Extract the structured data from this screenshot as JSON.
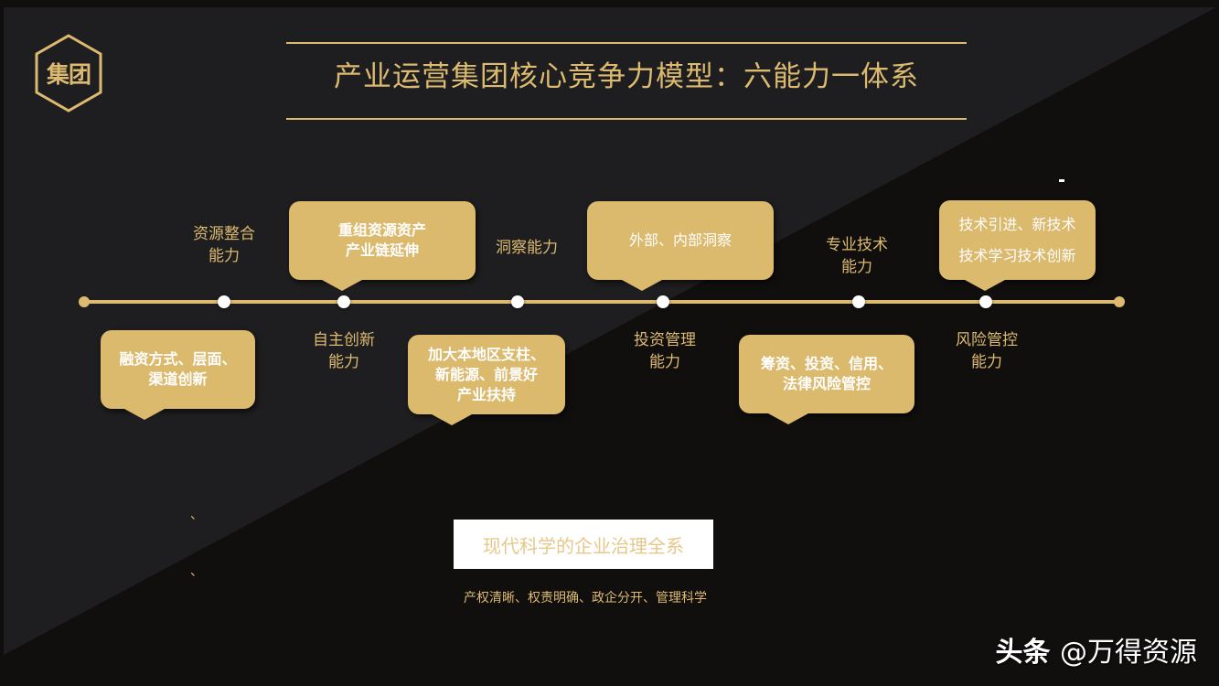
{
  "logo": {
    "text": "集团",
    "icon": "hexagon-icon"
  },
  "title": "产业运营集团核心竞争力模型：六能力一体系",
  "colors": {
    "gold": "#dcba70",
    "bubble": "#dbb96d",
    "bg_dark": "#110e0e",
    "bg_light": "#1e1d1f"
  },
  "timeline": {
    "upper_labels": [
      {
        "text": "资源整合\n能力"
      },
      {
        "text": "洞察能力"
      },
      {
        "text": "专业技术\n能力"
      }
    ],
    "lower_labels": [
      {
        "text": "自主创新\n能力"
      },
      {
        "text": "投资管理\n能力"
      },
      {
        "text": "风险管控\n能力"
      }
    ],
    "upper_bubbles": [
      {
        "text": "重组资源资产\n产业链延伸"
      },
      {
        "text": "外部、内部洞察"
      },
      {
        "text": "技术引进、新技术\n技术学习技术创新"
      }
    ],
    "lower_bubbles": [
      {
        "text": "融资方式、层面、\n渠道创新"
      },
      {
        "text": "加大本地区支柱、\n新能源、前景好\n产业扶持"
      },
      {
        "text": "筹资、投资、信用、\n法律风险管控"
      }
    ]
  },
  "system": {
    "title": "现代科学的企业治理全系",
    "subtitle": "产权清晰、权责明确、政企分开、管理科学"
  },
  "marks": [
    "、",
    "、"
  ],
  "watermark": {
    "brand": "头条",
    "handle": "@万得资源"
  }
}
